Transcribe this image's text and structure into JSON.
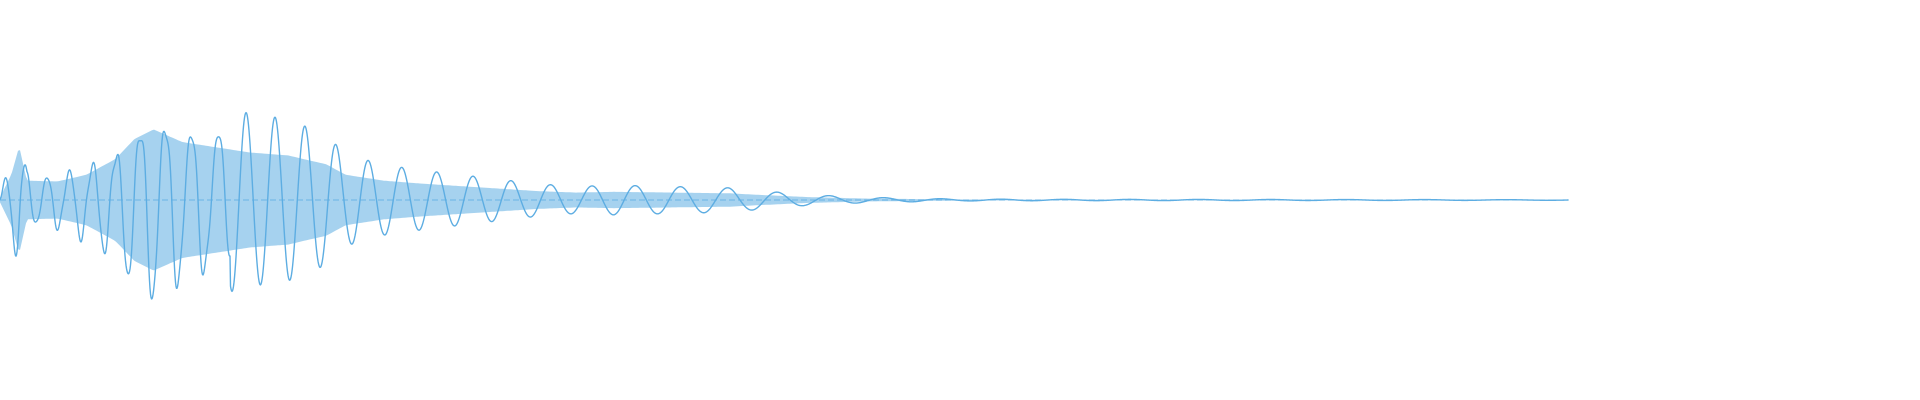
{
  "waveform": {
    "color": "#5dade2",
    "envelope": [
      [
        0.0,
        0.03
      ],
      [
        0.006,
        0.35
      ],
      [
        0.01,
        0.72
      ],
      [
        0.014,
        0.26
      ],
      [
        0.03,
        0.25
      ],
      [
        0.045,
        0.34
      ],
      [
        0.06,
        0.55
      ],
      [
        0.07,
        0.82
      ],
      [
        0.08,
        0.95
      ],
      [
        0.095,
        0.78
      ],
      [
        0.11,
        0.72
      ],
      [
        0.13,
        0.64
      ],
      [
        0.15,
        0.6
      ],
      [
        0.17,
        0.48
      ],
      [
        0.18,
        0.34
      ],
      [
        0.2,
        0.26
      ],
      [
        0.22,
        0.22
      ],
      [
        0.25,
        0.17
      ],
      [
        0.28,
        0.12
      ],
      [
        0.3,
        0.1
      ],
      [
        0.32,
        0.11
      ],
      [
        0.35,
        0.1
      ],
      [
        0.38,
        0.09
      ],
      [
        0.395,
        0.07
      ],
      [
        0.42,
        0.04
      ],
      [
        0.45,
        0.02
      ],
      [
        0.48,
        0.012
      ],
      [
        0.5,
        0.007
      ],
      [
        0.55,
        0.005
      ],
      [
        0.65,
        0.004
      ],
      [
        0.75,
        0.003
      ],
      [
        0.815,
        0.002
      ],
      [
        0.817,
        0.0
      ]
    ]
  }
}
